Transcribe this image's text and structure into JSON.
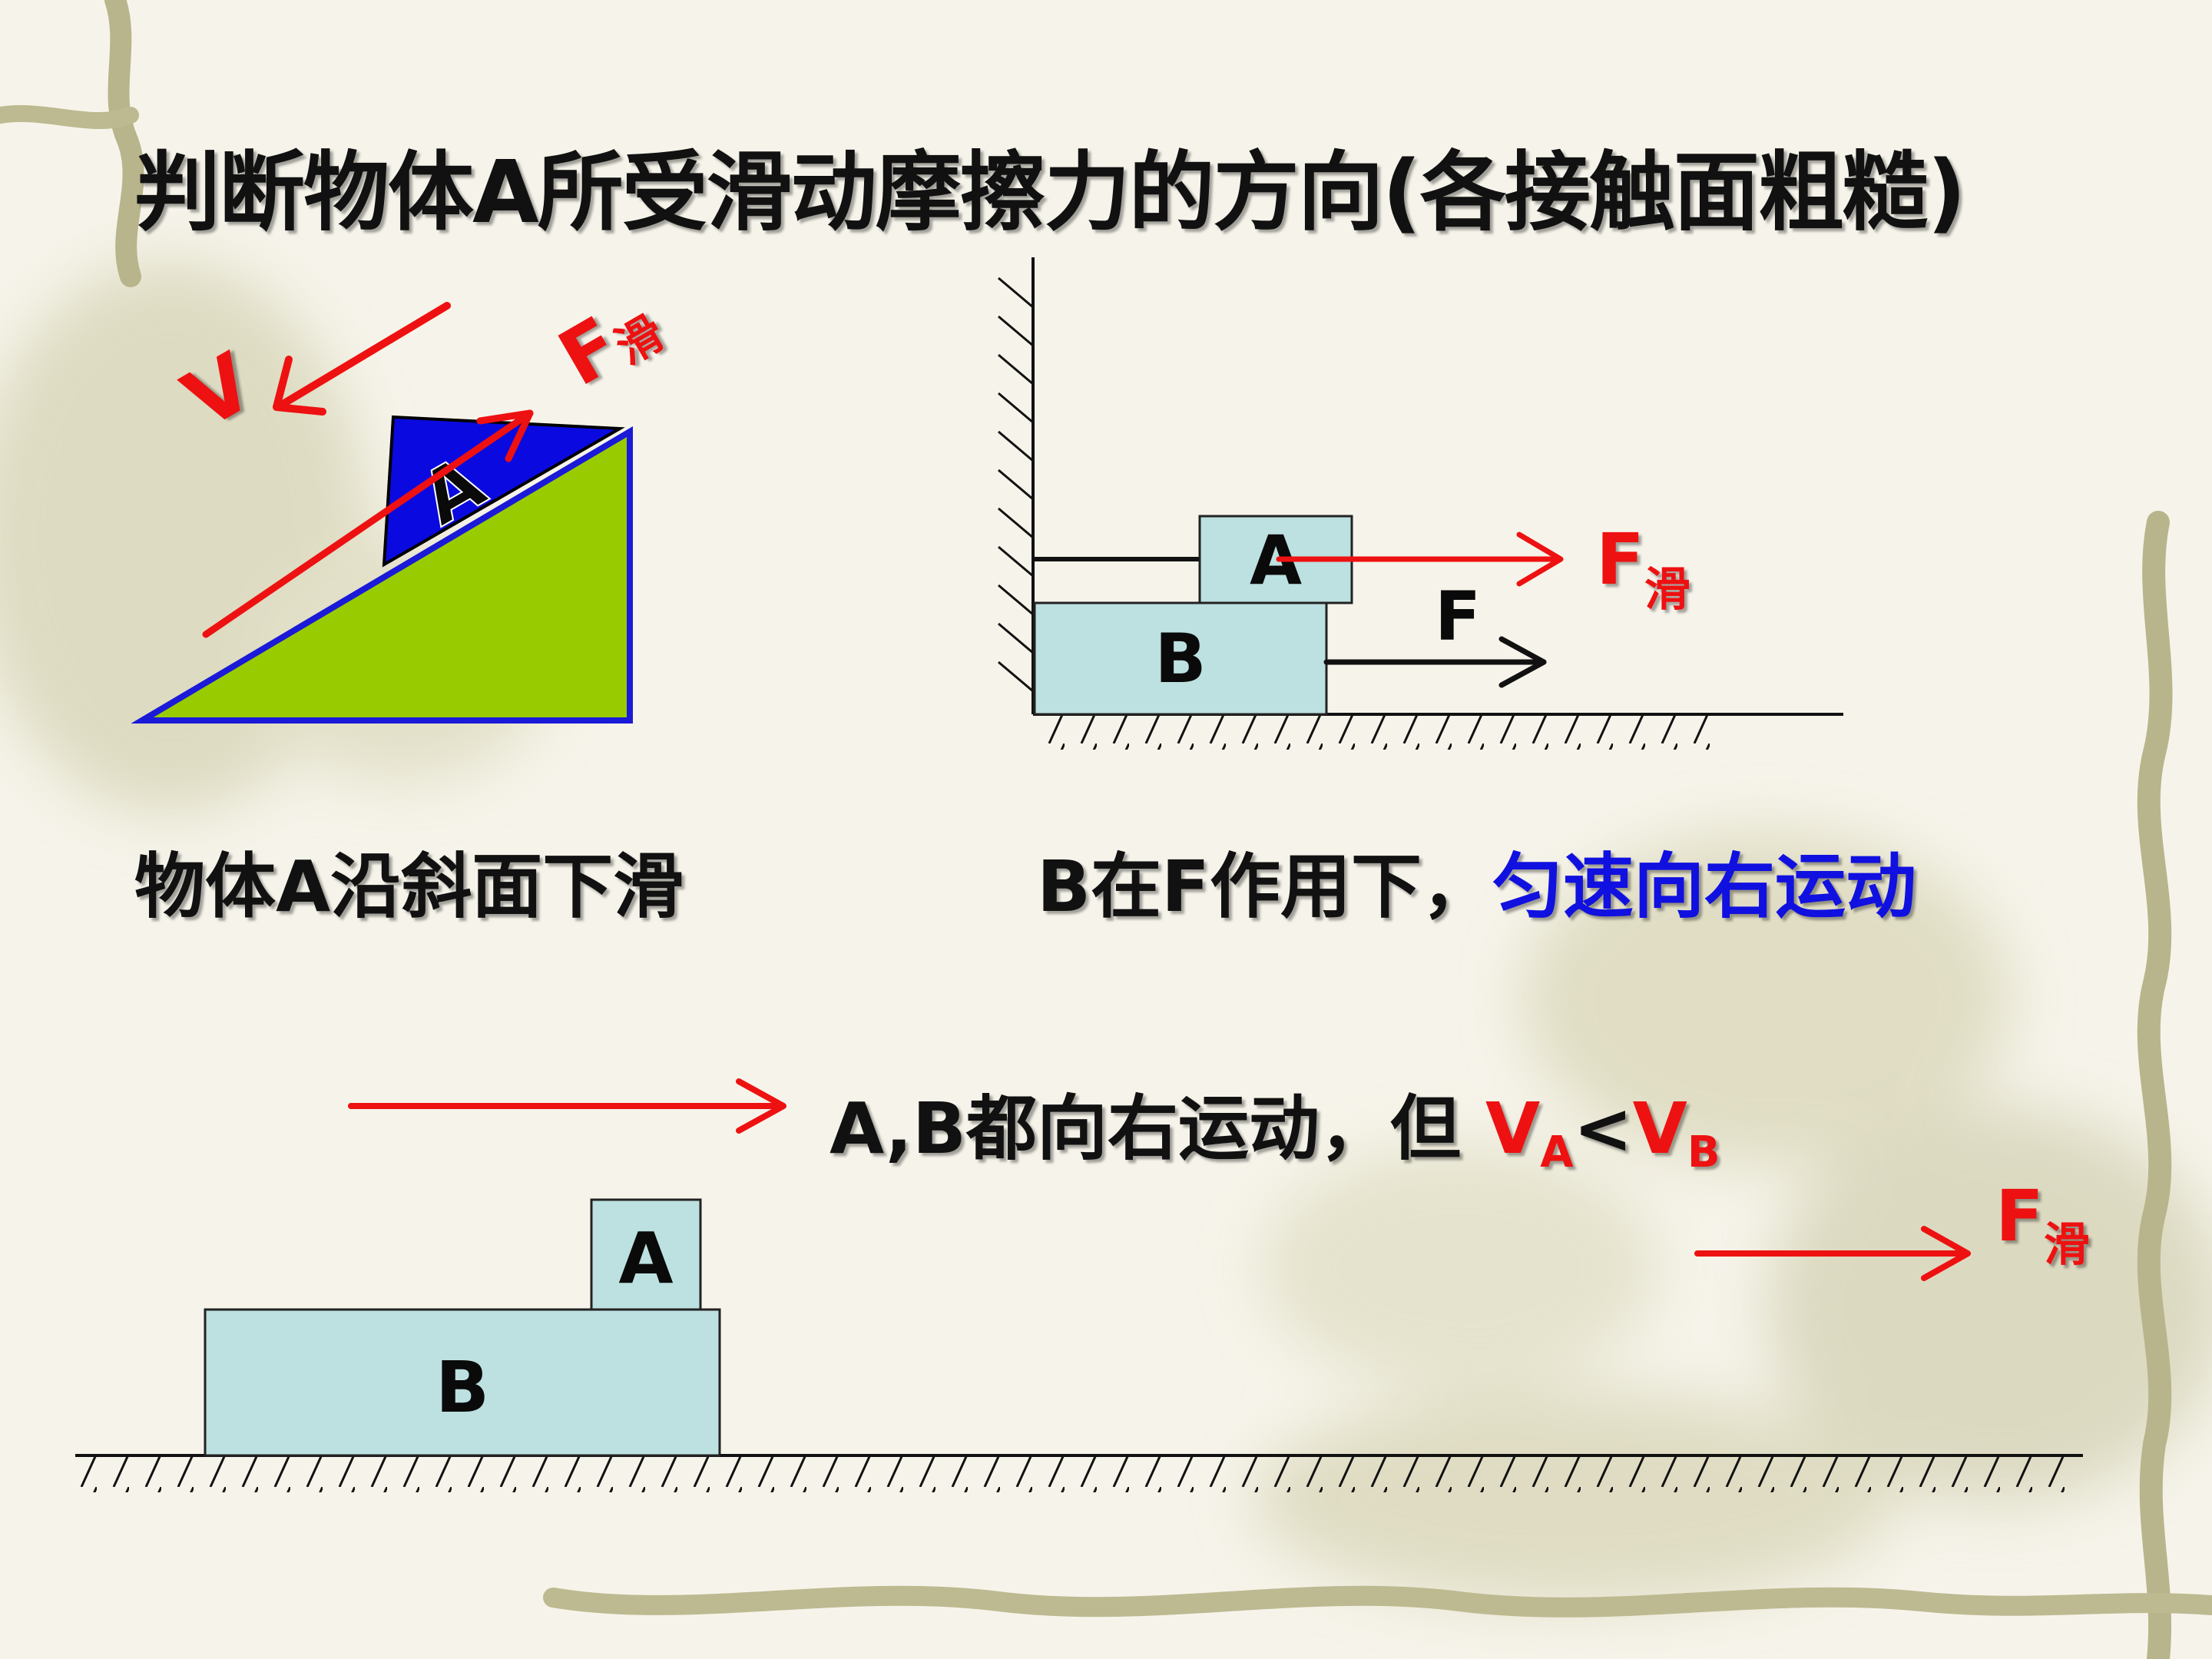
{
  "title": "判断物体A所受滑动摩擦力的方向(各接触面粗糙)",
  "colors": {
    "incline": "#99cc00",
    "incline_edge": "#1a1ad8",
    "block_a_incline": "#0a0ae0",
    "box_fill": "#bde0e0",
    "arrow_red": "#ee1111",
    "text_blue": "#1010e0"
  },
  "incline_scene": {
    "block_label": "A",
    "v_label": "V",
    "f_label": "F",
    "f_sub": "滑",
    "caption": "物体A沿斜面下滑"
  },
  "wall_scene": {
    "block_a_label": "A",
    "block_b_label": "B",
    "f_label": "F",
    "f_slide_label": "F",
    "f_slide_sub": "滑",
    "caption_black": "B在F作用下，",
    "caption_blue": "匀速向右运动"
  },
  "bottom_scene": {
    "block_a_label": "A",
    "block_b_label": "B",
    "caption_prefix": "A,B都向右运动，但 ",
    "va_main": "V",
    "va_sub": "A",
    "less_than": "<",
    "vb_main": "V",
    "vb_sub": "B",
    "f_slide_label": "F",
    "f_slide_sub": "滑"
  }
}
